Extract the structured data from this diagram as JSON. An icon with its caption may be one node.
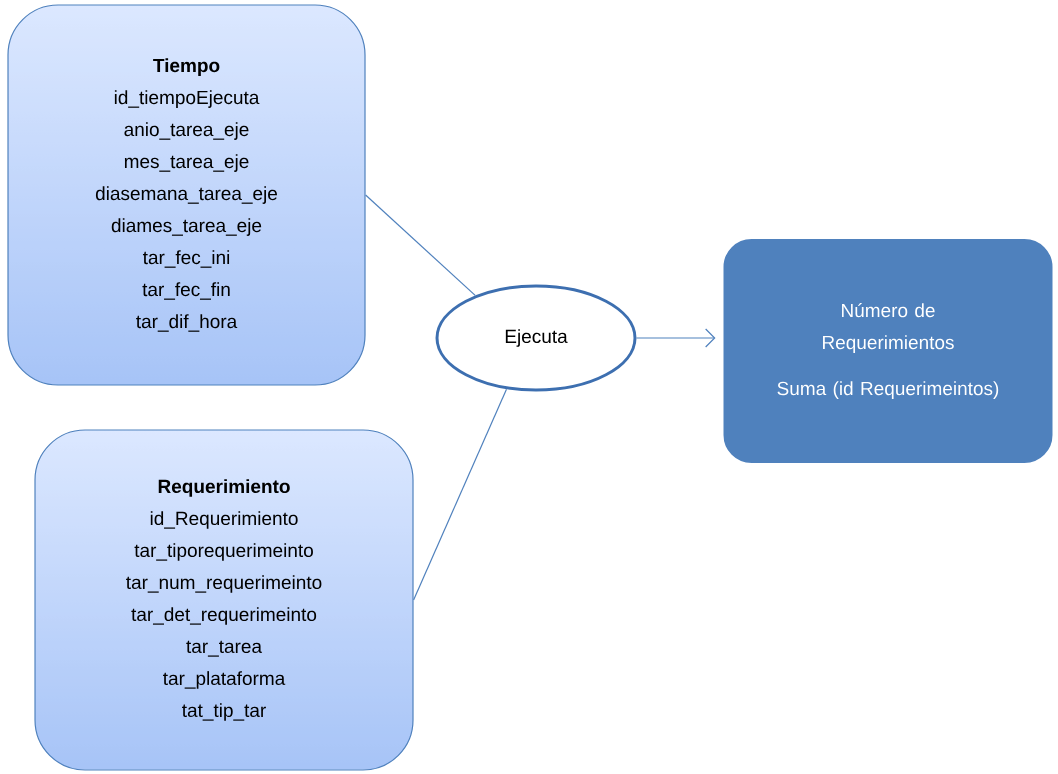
{
  "diagram": {
    "nodes": [
      {
        "text": [
          "Tiempo",
          "id_tiempoEjecuta",
          "anio_tarea_eje",
          "mes_tarea_eje",
          "diasemana_tarea_eje",
          "diames_tarea_eje",
          "tar_fec_ini",
          "tar_fec_fin",
          "tar_dif_hora"
        ]
      },
      {
        "text": [
          "Requerimiento",
          "id_Requerimiento",
          "tar_tiporequerimeinto",
          "tar_num_requerimeinto",
          "tar_det_requerimeinto",
          "tar_tarea",
          "tar_plataforma",
          "tat_tip_tar"
        ]
      },
      {
        "text": [
          "Ejecuta"
        ]
      },
      {
        "text": [
          "Número de Requerimientos",
          "Suma (id Requerimeintos)"
        ]
      }
    ],
    "edges": [
      {
        "from": 0,
        "to": 2,
        "arrow": "none"
      },
      {
        "from": 1,
        "to": 2,
        "arrow": "none"
      },
      {
        "from": 2,
        "to": 3,
        "arrow": "to"
      }
    ]
  }
}
